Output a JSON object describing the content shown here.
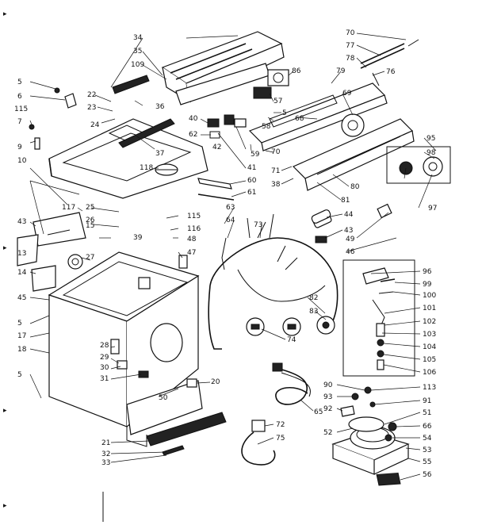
{
  "diagram": {
    "parts": {
      "p5a": "5",
      "p6": "6",
      "p115a": "115",
      "p7": "7",
      "p9": "9",
      "p10": "10",
      "p117": "117",
      "p25": "25",
      "p15": "15",
      "p43a": "43",
      "p27": "27",
      "p13": "13",
      "p14": "14",
      "p45": "45",
      "p5b": "5",
      "p17": "17",
      "p18": "18",
      "p5c": "5",
      "p22": "22",
      "p23": "23",
      "p24": "24",
      "p36": "36",
      "p34": "34",
      "p35": "35",
      "p109": "109",
      "p37": "37",
      "p118": "118",
      "p26": "26",
      "p115b": "115",
      "p39": "39",
      "p116": "116",
      "p48": "48",
      "p47": "47",
      "p28": "28",
      "p29": "29",
      "p30": "30",
      "p31": "31",
      "p50": "50",
      "p21": "21",
      "p32": "32",
      "p33": "33",
      "p20": "20",
      "p40": "40",
      "p62": "62",
      "p41": "41",
      "p42": "42",
      "p60": "60",
      "p61": "61",
      "p63": "63",
      "p64": "64",
      "p73": "73",
      "p74": "74",
      "p82": "82",
      "p83": "83",
      "p44": "44",
      "p43b": "43",
      "p46": "46",
      "p49": "49",
      "p86": "86",
      "p57": "57",
      "p58": "58",
      "p5d": "5",
      "p59": "59",
      "p70a": "70",
      "p79": "79",
      "p69": "69",
      "p68": "68",
      "p71": "71",
      "p38": "38",
      "p80": "80",
      "p81": "81",
      "p70b": "70",
      "p77": "77",
      "p78": "78",
      "p76": "76",
      "p95": "95",
      "p98": "98",
      "p97": "97",
      "p99": "99",
      "p96": "96",
      "p100": "100",
      "p101": "101",
      "p102": "102",
      "p103": "103",
      "p104": "104",
      "p105": "105",
      "p106": "106",
      "p113": "113",
      "p90": "90",
      "p93": "93",
      "p91": "91",
      "p92": "92",
      "p51": "51",
      "p52": "52",
      "p66": "66",
      "p54": "54",
      "p53": "53",
      "p55": "55",
      "p56": "56",
      "p65": "65",
      "p72": "72",
      "p75": "75"
    }
  }
}
